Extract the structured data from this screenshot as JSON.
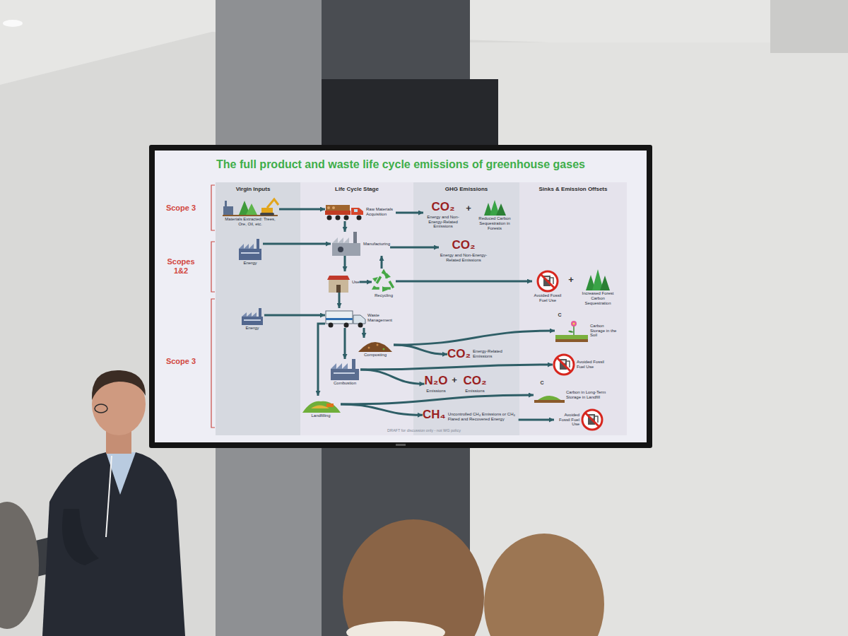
{
  "diagram": {
    "title": "The full product and waste life cycle emissions of greenhouse gases",
    "nodes": [
      {
        "text": [
          "Materials Extracted: Trees, Ore, Oil, etc."
        ]
      },
      {
        "text": [
          "Raw Materials Acquisition"
        ]
      },
      {
        "text": [
          "CO₂",
          "Energy and Non-Energy-Related Emissions"
        ]
      },
      {
        "text": [
          "Reduced Carbon Sequestration in Forests"
        ]
      },
      {
        "text": [
          "Energy"
        ]
      },
      {
        "text": [
          "Manufacturing"
        ]
      },
      {
        "text": [
          "CO₂",
          "Energy and Non-Energy-Related Emissions"
        ]
      },
      {
        "text": [
          "Use"
        ]
      },
      {
        "text": [
          "Recycling"
        ]
      },
      {
        "text": [
          "Avoided Fossil Fuel Use"
        ]
      },
      {
        "text": [
          "Increased Forest Carbon Sequestration"
        ]
      },
      {
        "text": [
          "Energy"
        ]
      },
      {
        "text": [
          "Waste Management"
        ]
      },
      {
        "text": [
          "Composting"
        ]
      },
      {
        "text": [
          "CO₂",
          "Energy-Related Emissions"
        ]
      },
      {
        "text": [
          "Carbon Storage in the Soil"
        ]
      },
      {
        "text": [
          "Combustion"
        ]
      },
      {
        "text": [
          "N₂O",
          "Emissions"
        ]
      },
      {
        "text": [
          "CO₂",
          "Emissions"
        ]
      },
      {
        "text": [
          "Avoided Fossil Fuel Use"
        ]
      },
      {
        "text": [
          "Landfilling"
        ]
      },
      {
        "text": [
          "CH₄",
          "Uncontrolled CH₄ Emissions or CH₄ Flared and Recovered Energy"
        ]
      },
      {
        "text": [
          "Carbon in Long-Term Storage in Landfill"
        ]
      },
      {
        "text": [
          "Avoided Fossil Fuel Use"
        ]
      }
    ],
    "edges": [
      {
        "from": 0,
        "to": 1,
        "arrow": "to"
      },
      {
        "from": 1,
        "to": 2,
        "arrow": "to"
      },
      {
        "from": 1,
        "to": 5,
        "arrow": "to"
      },
      {
        "from": 4,
        "to": 5,
        "arrow": "to"
      },
      {
        "from": 5,
        "to": 6,
        "arrow": "to"
      },
      {
        "from": 5,
        "to": 7,
        "arrow": "to"
      },
      {
        "from": 7,
        "to": 8,
        "arrow": "to"
      },
      {
        "from": 8,
        "to": 5,
        "arrow": "to"
      },
      {
        "from": 8,
        "to": 9,
        "arrow": "to"
      },
      {
        "from": 7,
        "to": 12,
        "arrow": "to"
      },
      {
        "from": 11,
        "to": 12,
        "arrow": "to"
      },
      {
        "from": 12,
        "to": 13,
        "arrow": "to"
      },
      {
        "from": 12,
        "to": 16,
        "arrow": "to"
      },
      {
        "from": 12,
        "to": 20,
        "arrow": "to"
      },
      {
        "from": 13,
        "to": 15,
        "arrow": "to"
      },
      {
        "from": 13,
        "to": 14,
        "arrow": "to"
      },
      {
        "from": 16,
        "to": 19,
        "arrow": "to"
      },
      {
        "from": 16,
        "to": 17,
        "arrow": "to"
      },
      {
        "from": 20,
        "to": 22,
        "arrow": "to"
      },
      {
        "from": 20,
        "to": 21,
        "arrow": "to"
      },
      {
        "from": 21,
        "to": 23,
        "arrow": "to"
      }
    ],
    "labels": [
      "Scope 3",
      "Scopes 1&2",
      "Scope 3",
      "Virgin Inputs",
      "Life Cycle Stage",
      "GHG Emissions",
      "Sinks & Emission Offsets",
      "+",
      "+",
      "C",
      "+",
      "C",
      "DRAFT for discussion only - not WG policy"
    ]
  }
}
